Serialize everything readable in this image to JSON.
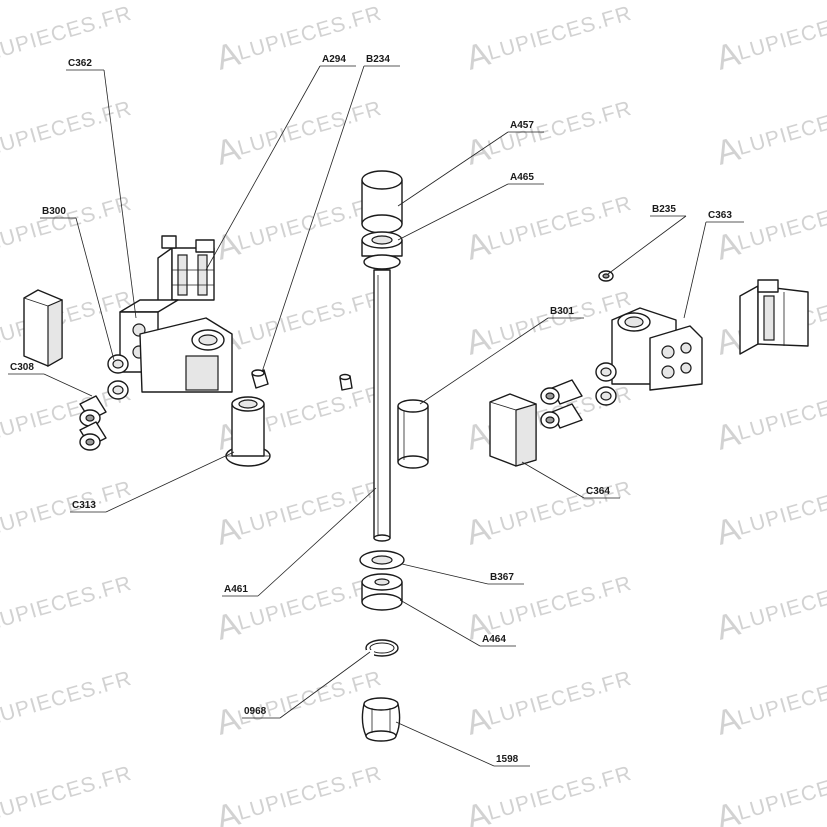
{
  "watermark": {
    "text": "ALUPIECES.FR"
  },
  "parts": [
    {
      "id": "c362",
      "label": "C362"
    },
    {
      "id": "a294",
      "label": "A294"
    },
    {
      "id": "b234",
      "label": "B234"
    },
    {
      "id": "a457",
      "label": "A457"
    },
    {
      "id": "a465",
      "label": "A465"
    },
    {
      "id": "b235",
      "label": "B235"
    },
    {
      "id": "c363",
      "label": "C363"
    },
    {
      "id": "b300",
      "label": "B300"
    },
    {
      "id": "b301",
      "label": "B301"
    },
    {
      "id": "c308",
      "label": "C308"
    },
    {
      "id": "c364",
      "label": "C364"
    },
    {
      "id": "c313",
      "label": "C313"
    },
    {
      "id": "b367",
      "label": "B367"
    },
    {
      "id": "a461",
      "label": "A461"
    },
    {
      "id": "a464",
      "label": "A464"
    },
    {
      "id": "0968",
      "label": "0968"
    },
    {
      "id": "1598",
      "label": "1598"
    }
  ]
}
